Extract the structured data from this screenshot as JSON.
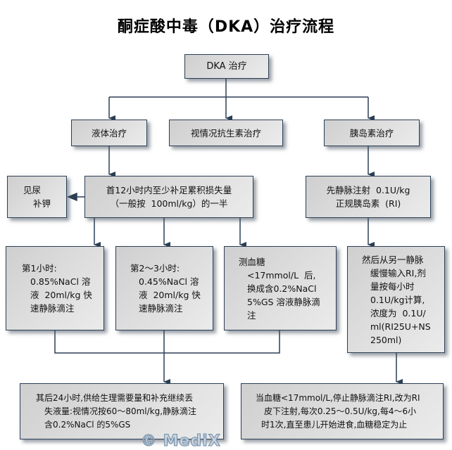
{
  "title": "酮症酸中毒（DKA）治疗流程",
  "nodes": {
    "dka": {
      "lines": [
        "DKA 治疗"
      ]
    },
    "fluid": {
      "lines": [
        "液体治疗"
      ]
    },
    "antibiotic": {
      "lines": [
        "视情况抗生素治疗"
      ]
    },
    "insulin": {
      "lines": [
        "胰岛素治疗"
      ]
    },
    "potassium": {
      "lines": [
        "见尿",
        "补钾"
      ]
    },
    "first12h": {
      "lines": [
        "首12小时内至少补足累积损失量",
        "（一般按  100ml/kg）的一半"
      ]
    },
    "iv_insulin": {
      "lines": [
        "先静脉注射  0.1U/kg",
        "正规胰岛素  (RI)"
      ]
    },
    "hour1": {
      "lines": [
        "第1小时:",
        "0.85%NaCl 溶",
        "液  20ml/kg 快",
        "速静脉滴注"
      ]
    },
    "hour2_3": {
      "lines": [
        "第2～3小时:",
        "0.45%NaCl 溶",
        "液  20ml/kg 快",
        "速静脉滴注"
      ]
    },
    "glucose_check": {
      "lines": [
        "测血糖",
        "<17mmol/L  后,",
        "换成含0.2%NaCl",
        "5%GS 溶液静脉滴",
        "注"
      ]
    },
    "insulin_drip": {
      "lines": [
        "然后从另一静脉",
        "缓慢输入RI,剂",
        "量按每小时",
        "0.1U/kg计算,",
        "浓度为  0.1U/",
        "ml(RI25U+NS",
        "250ml)"
      ]
    },
    "next24h": {
      "lines": [
        "其后24小时,供给生理需要量和补充继续丢",
        "失液量:视情况按60～80ml/kg,静脉滴注",
        "含0.2%NaCl 的5%GS"
      ]
    },
    "subcutaneous": {
      "lines": [
        "当血糖<17mmol/L,停止静脉滴注RI,改为RI",
        "皮下注射,每次0.25～0.5U/kg,每4～6小",
        "时1次,直至患儿开始进食,血糖稳定为止"
      ]
    }
  },
  "watermark": "© MediX",
  "colors": {
    "border": "#2b3f55",
    "connector": "#2b3f55",
    "box_fill_start": "#cfcfcf",
    "box_fill_end": "#ebebeb"
  }
}
